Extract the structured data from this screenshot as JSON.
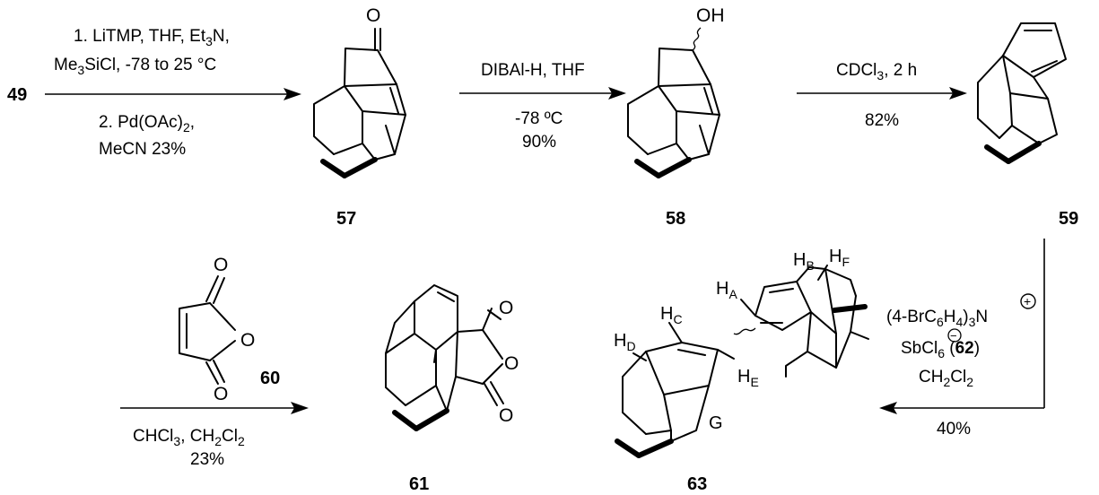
{
  "compounds": {
    "c49": "49",
    "c57": "57",
    "c58": "58",
    "c59": "59",
    "c60": "60",
    "c61": "61",
    "c62": "62",
    "c63": "63"
  },
  "atoms": {
    "O": "O",
    "OH": "OH",
    "G": "G",
    "H": "H",
    "A": "A",
    "B": "B",
    "C": "C",
    "D": "D",
    "E": "E",
    "F": "F"
  },
  "step1": {
    "line1": "1. LiTMP, THF, Et",
    "line1_sub": "3",
    "line1_end": "N,",
    "line2_a": "Me",
    "line2_sub": "3",
    "line2_b": "SiCl, -78 to 25 °C",
    "line3_a": "2. Pd(OAc)",
    "line3_sub": "2",
    "line3_b": ",",
    "line4": "MeCN 23%"
  },
  "step2": {
    "above": "DIBAl-H, THF",
    "below1": "-78 ºC",
    "below2": "90%"
  },
  "step3": {
    "above_a": "CDCl",
    "above_sub": "3",
    "above_b": ", 2 h",
    "below": "82%"
  },
  "step4": {
    "line1_a": "(4-BrC",
    "line1_sub1": "6",
    "line1_b": "H",
    "line1_sub2": "4",
    "line1_c": ")",
    "line1_sub3": "3",
    "line1_d": "N",
    "line2_a": "SbCl",
    "line2_sub": "6",
    "line2_b": " (",
    "line2_c": ")",
    "line3_a": "CH",
    "line3_sub1": "2",
    "line3_b": "Cl",
    "line3_sub2": "2",
    "below": "40%"
  },
  "step5": {
    "below1_a": "CHCl",
    "below1_sub1": "3",
    "below1_b": ", CH",
    "below1_sub2": "2",
    "below1_c": "Cl",
    "below1_sub3": "2",
    "below2": "23%"
  },
  "charges": {
    "plus": "+",
    "minus": "−"
  }
}
